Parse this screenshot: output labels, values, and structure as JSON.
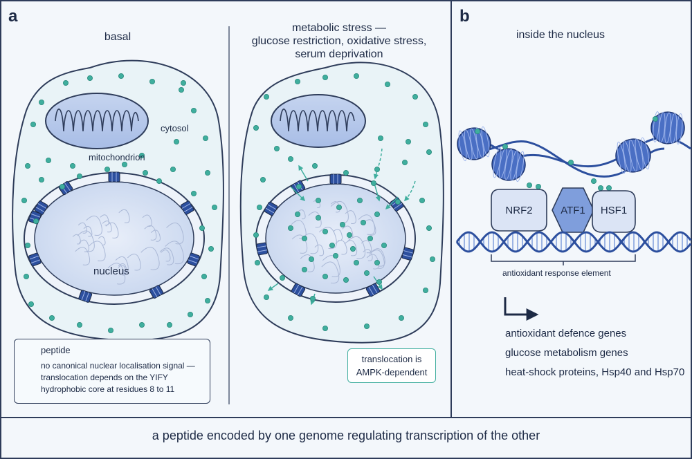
{
  "panels": {
    "a": {
      "letter": "a",
      "basal_title": "basal",
      "stress_title_lines": [
        "metabolic stress —",
        "glucose restriction, oxidative stress,",
        "serum deprivation"
      ],
      "labels": {
        "cytosol": "cytosol",
        "mitochondrion": "mitochondrion",
        "nucleus": "nucleus"
      },
      "legend": {
        "title": "peptide",
        "lines": [
          "no canonical nuclear localisation signal —",
          "translocation depends on the YIFY",
          "hydrophobic core at residues 8 to 11"
        ]
      },
      "note_lines": [
        "translocation is",
        "AMPK-dependent"
      ]
    },
    "b": {
      "letter": "b",
      "title": "inside the nucleus",
      "factors": [
        "NRF2",
        "ATF1",
        "HSF1"
      ],
      "element_label": "antioxidant response element",
      "genes": [
        "antioxidant defence genes",
        "glucose metabolism genes",
        "heat-shock proteins, Hsp40 and Hsp70"
      ]
    }
  },
  "caption": "a peptide encoded by one genome regulating transcription of the other",
  "colors": {
    "peptide": "#3fae9e",
    "outline": "#2e3c5a",
    "nucleus_fill": "#dce6f5",
    "cytosol_fill": "#e9f3f7",
    "histone": "#4a6fc4",
    "pore": "#2c4f9e"
  }
}
